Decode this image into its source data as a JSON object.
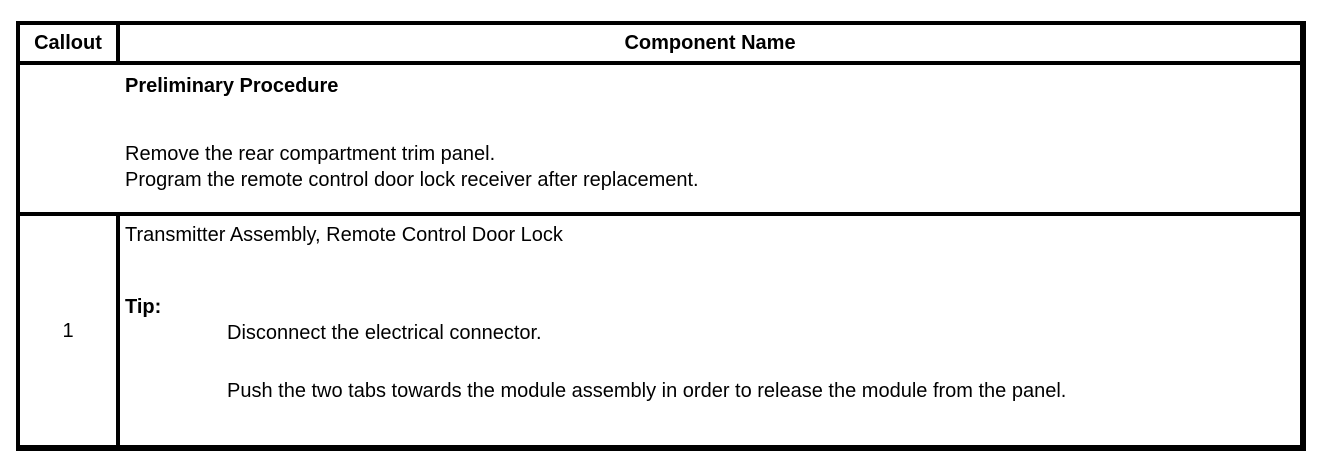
{
  "table": {
    "header": {
      "callout": "Callout",
      "component_name": "Component Name"
    },
    "preliminary_row": {
      "title": "Preliminary Procedure",
      "lines": [
        "Remove the rear compartment trim panel.",
        "Program the remote control door lock receiver after replacement."
      ]
    },
    "callout_rows": [
      {
        "callout": "1",
        "component": "Transmitter Assembly, Remote Control Door Lock",
        "tip_label": "Tip:",
        "tip_lines": [
          "Disconnect the electrical connector.",
          "Push the two tabs towards the module assembly in order to release the module from the panel."
        ]
      }
    ]
  },
  "colors": {
    "border": "#000000",
    "text": "#000000",
    "background": "#ffffff"
  }
}
